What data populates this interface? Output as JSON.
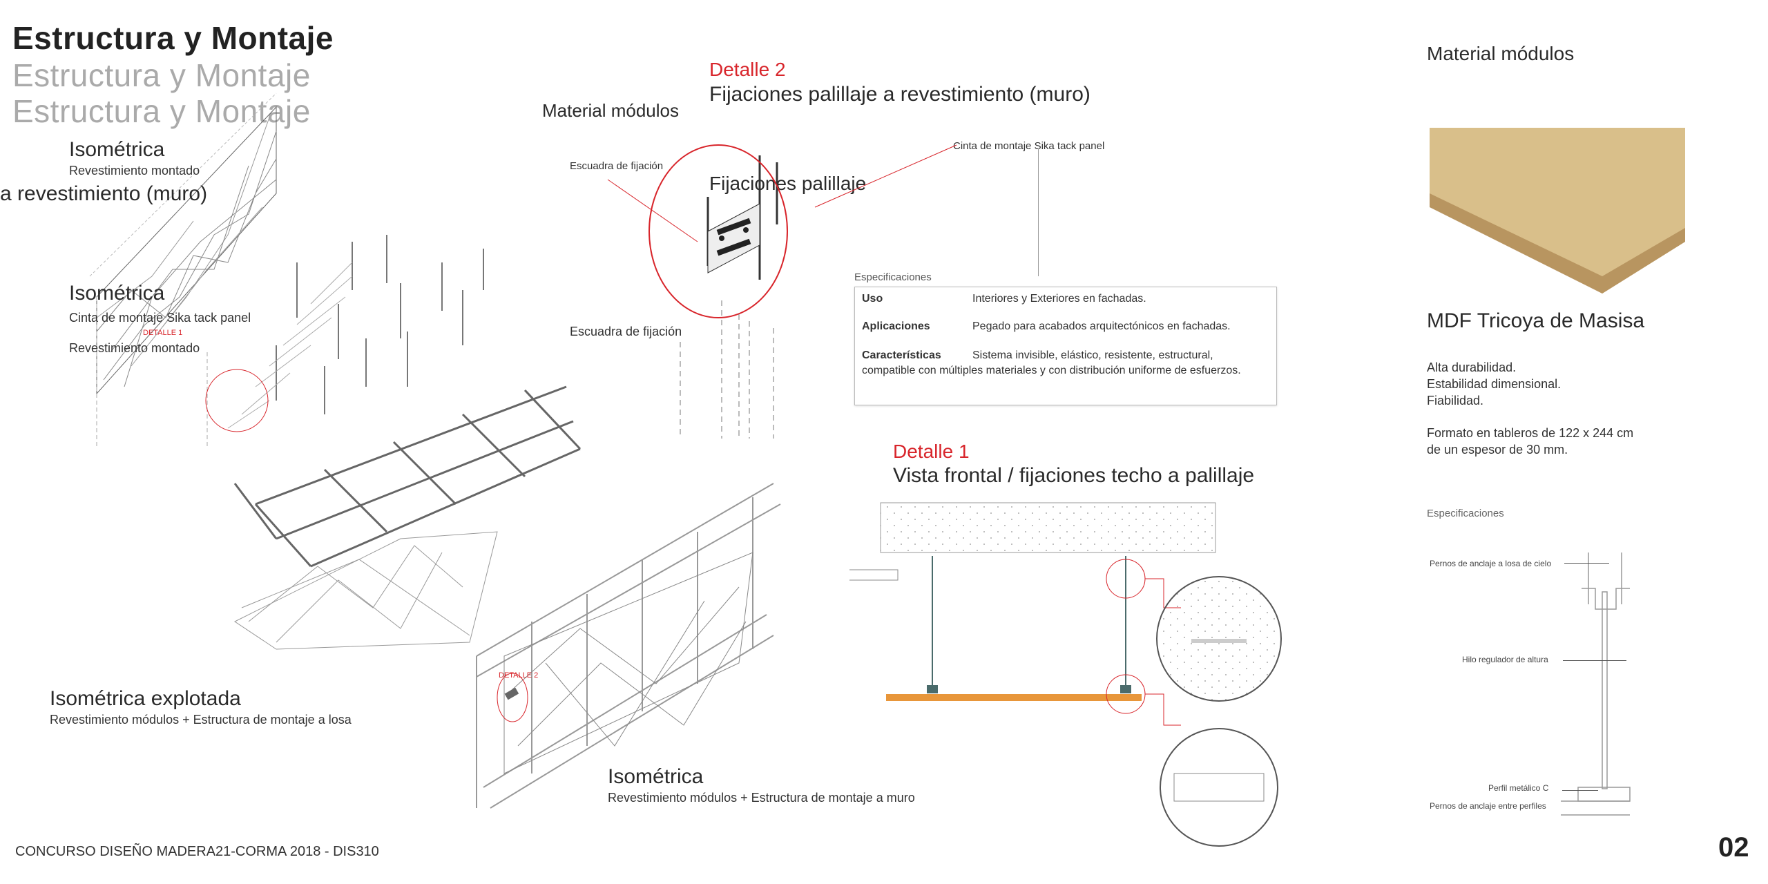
{
  "header": {
    "title": "Estructura y Montaje"
  },
  "ghost_texts": {
    "title": "Estructura y Montaje",
    "muro": "a revestimiento (muro)",
    "material": "Material módulos",
    "fijaciones": "Fijaciones palillaje",
    "cinta": "Cinta de montaje Sika tack panel",
    "isometrica": "Isométrica",
    "revestimiento": "Revestimiento montado",
    "escuadra": "Escuadra de fijación"
  },
  "iso_top": {
    "title": "Isométrica",
    "subtitle": "Revestimiento montado",
    "detail_tag": "DETALLE 1"
  },
  "iso_exploded": {
    "title": "Isométrica explotada",
    "subtitle": "Revestimiento módulos + Estructura  de montaje a losa"
  },
  "iso_wall": {
    "title": "Isométrica",
    "subtitle": "Revestimiento módulos + Estructura  de montaje a muro",
    "detail_tag": "DETALLE 2"
  },
  "detail2": {
    "label": "Detalle 2",
    "title": "Fijaciones palillaje a revestimiento (muro)",
    "callout_left": "Escuadra de fijación",
    "callout_right": "Cinta de montaje Sika tack panel",
    "spec_heading": "Especificaciones",
    "specs": [
      {
        "key": "Uso",
        "value": "Interiores y Exteriores en fachadas."
      },
      {
        "key": "Aplicaciones",
        "value": "Pegado para acabados arquitectónicos en fachadas."
      },
      {
        "key": "Características",
        "value": "Sistema invisible, elástico, resistente, estructural, compatible con múltiples materiales y con distribución uniforme de esfuerzos."
      }
    ]
  },
  "detail1": {
    "label": "Detalle 1",
    "title": "Vista frontal / fijaciones  techo a palillaje"
  },
  "material": {
    "heading": "Material módulos",
    "name": "MDF Tricoya de Masisa",
    "features": [
      "Alta durabilidad.",
      "Estabilidad dimensional.",
      "Fiabilidad."
    ],
    "format_line1": "Formato en tableros de 122 x 244 cm",
    "format_line2": "de un espesor de 30 mm.",
    "spec_heading": "Especificaciones",
    "spec_labels": [
      "Pernos de anclaje a losa de cielo",
      "Hilo regulador de altura",
      "Perfil metálico C",
      "Pernos de anclaje entre perfiles"
    ]
  },
  "footer": {
    "caption": "CONCURSO DISEÑO MADERA21-CORMA 2018 - DIS310",
    "page_number": "02"
  },
  "colors": {
    "accent_red": "#d8252b",
    "wood_orange": "#e8963a",
    "mdf_tan": "#d9bf8a"
  }
}
